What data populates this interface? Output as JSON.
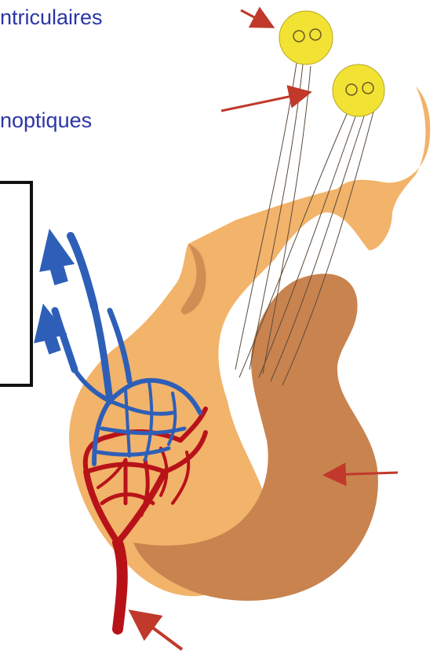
{
  "labels": [
    {
      "text": "ntriculaires"
    },
    {
      "text": "noptiques"
    }
  ],
  "colors": {
    "label_text": "#2b35a8",
    "pointer_arrows": "#c0392b",
    "blue_vessels": "#2e5fb8",
    "red_vessels": "#b81219",
    "hypothalamus_tissue": "#f2b36a",
    "posterior_lobe": "#c9834f",
    "neuron_bodies": "#f2e234",
    "frame": "#111111"
  },
  "icons": {
    "pointer": "arrow-right-down",
    "neuron": "neuron-cell-body",
    "outflow": "arrow-up"
  }
}
